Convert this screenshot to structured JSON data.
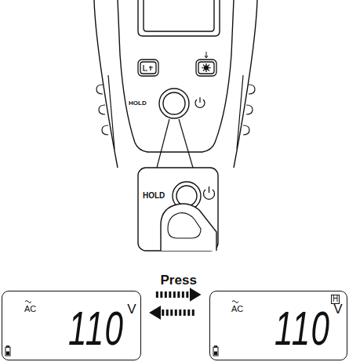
{
  "diagram": {
    "nodes": [
      {
        "text": [
          "AC",
          "110",
          "V"
        ]
      },
      {
        "text": [
          "H",
          "AC",
          "110",
          "V"
        ]
      }
    ],
    "edges": [
      {
        "from": 0,
        "to": 1,
        "arrow": "to",
        "label": "Press"
      },
      {
        "from": 1,
        "to": 0,
        "arrow": "to"
      }
    ],
    "labels": [
      "HOLD",
      "HOLD"
    ]
  }
}
